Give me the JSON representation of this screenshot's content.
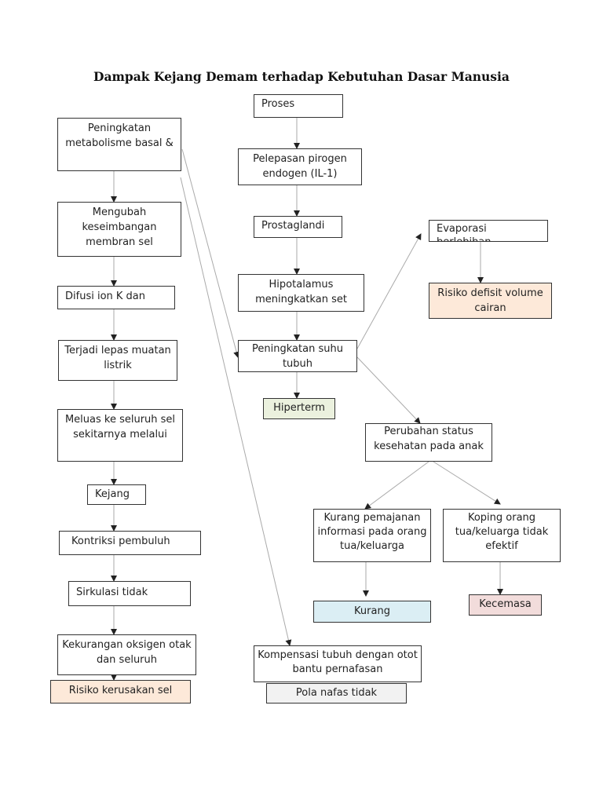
{
  "title": "Dampak   Kejang Demam terhadap Kebutuhan Dasar Manusia",
  "nodes": {
    "proses": "Proses",
    "pelepasan": "Pelepasan pirogen endogen (IL-1)",
    "prostaglandin": "Prostaglandi",
    "hipotalamus": "Hipotalamus meningkatkan set",
    "suhu": "Peningkatan suhu tubuh",
    "hipertermi": "Hiperterm",
    "metabolisme": "Peningkatan metabolisme basal &",
    "membran": "Mengubah keseimbangan membran sel",
    "difusi": "Difusi ion K dan",
    "muatan": "Terjadi lepas muatan listrik",
    "meluas": "Meluas ke seluruh sel sekitarnya melalui",
    "kejang": "Kejang",
    "kontriksi": "Kontriksi pembuluh",
    "sirkulasi": "Sirkulasi tidak",
    "oksigen": "Kekurangan oksigen otak dan seluruh",
    "risiko_kerusakan": "Risiko kerusakan sel",
    "evaporasi": "Evaporasi",
    "evaporasi_cut": "berlebihan",
    "defisit": "Risiko defisit volume cairan",
    "perubahan": "Perubahan status kesehatan pada anak",
    "kurang_pemajanan": "Kurang pemajanan informasi pada orang tua/keluarga",
    "koping": "Koping orang tua/keluarga tidak efektif",
    "kurang": "Kurang",
    "kecemasan": "Kecemasa",
    "kompensasi": "Kompensasi tubuh dengan otot bantu pernafasan",
    "pola_nafas": "Pola nafas tidak"
  },
  "colors": {
    "peach": "#fde9d9",
    "green": "#ebf1de",
    "blue": "#dbeef4",
    "pink": "#f2dcdb",
    "grey": "#f2f2f2",
    "border": "#333333"
  }
}
